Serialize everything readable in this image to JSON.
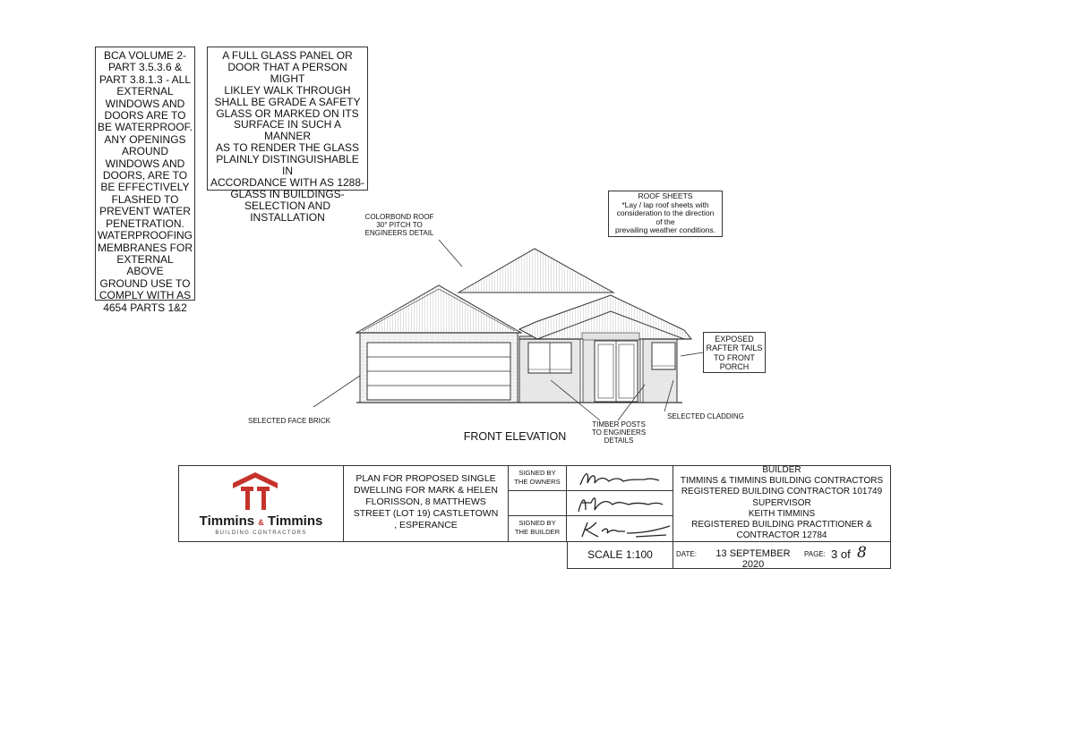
{
  "notes": {
    "bca_note": "BCA VOLUME 2-\nPART 3.5.3.6 &\nPART 3.8.1.3 - ALL\nEXTERNAL\nWINDOWS AND\nDOORS ARE TO\nBE WATERPROOF.\nANY OPENINGS\nAROUND\nWINDOWS AND\nDOORS, ARE TO\nBE EFFECTIVELY\nFLASHED TO\nPREVENT WATER\nPENETRATION.\nWATERPROOFING\nMEMBRANES FOR\nEXTERNAL ABOVE\nGROUND USE TO\nCOMPLY WITH AS\n4654 PARTS 1&2",
    "glass_note": "A FULL GLASS PANEL OR\nDOOR THAT A PERSON MIGHT\nLIKLEY WALK THROUGH\nSHALL BE GRADE A SAFETY\nGLASS OR MARKED ON ITS\nSURFACE IN SUCH A MANNER\nAS TO RENDER THE GLASS\nPLAINLY DISTINGUISHABLE IN\nACCORDANCE WITH AS 1288-\nGLASS IN BUILDINGS-\nSELECTION AND\nINSTALLATION",
    "roof_sheets": "ROOF SHEETS\n*Lay / lap roof sheets with\nconsideration to the direction\nof the\nprevailing weather conditions.",
    "rafter_tails": "EXPOSED\nRAFTER TAILS\nTO FRONT\nPORCH"
  },
  "labels": {
    "roof": "COLORBOND ROOF\n30° PITCH TO\nENGINEERS DETAIL",
    "face_brick": "SELECTED FACE BRICK",
    "timber_posts": "TIMBER POSTS\nTO ENGINEERS\nDETAILS",
    "cladding": "SELECTED CLADDING",
    "elevation_title": "FRONT ELEVATION"
  },
  "title_block": {
    "company_name_left": "Timmins",
    "company_amp": "&",
    "company_name_right": "Timmins",
    "company_sub": "BUILDING CONTRACTORS",
    "plan_description": "PLAN FOR PROPOSED SINGLE\nDWELLING FOR MARK & HELEN\nFLORISSON, 8 MATTHEWS\nSTREET (LOT 19) CASTLETOWN\n, ESPERANCE",
    "signed_owners": "SIGNED BY\nTHE OWNERS",
    "signed_builder": "SIGNED BY\nTHE BUILDER",
    "builder_info": "BUILDER\nTIMMINS & TIMMINS BUILDING CONTRACTORS\nREGISTERED BUILDING CONTRACTOR 101749\nSUPERVISOR\nKEITH TIMMINS\nREGISTERED BUILDING PRACTITIONER &\nCONTRACTOR 12784",
    "scale": "SCALE 1:100",
    "date_label": "DATE:",
    "date_value": "13 SEPTEMBER 2020",
    "page_label": "PAGE:",
    "page_current": "3 of",
    "page_total": "8"
  },
  "colors": {
    "brand_red": "#c4332b",
    "line": "#333333"
  }
}
